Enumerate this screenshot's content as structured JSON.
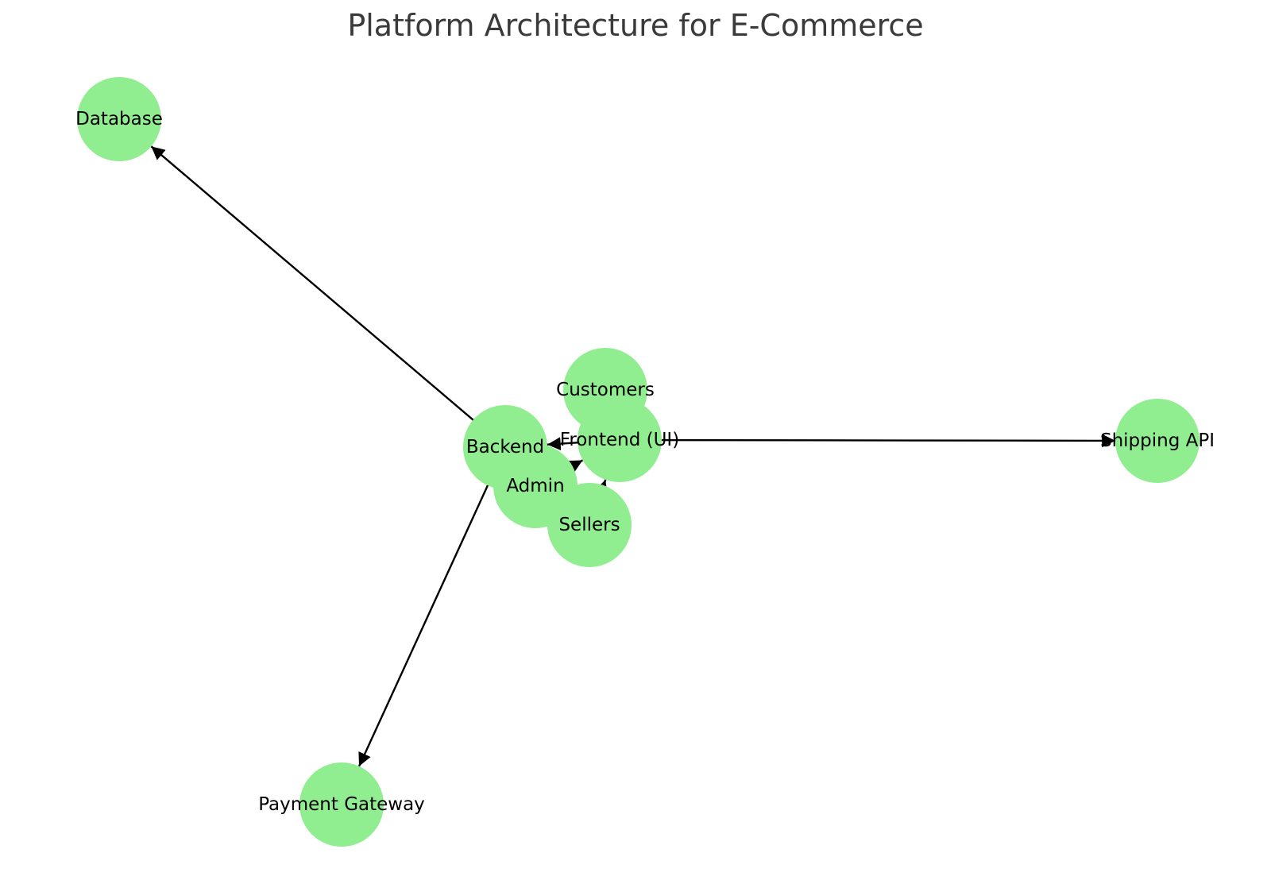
{
  "diagram": {
    "title": "Platform Architecture for E-Commerce",
    "colors": {
      "node_fill": "#90ee90",
      "edge": "#000000",
      "title": "#3a3a3a",
      "background": "#ffffff"
    },
    "nodes": [
      {
        "id": "database",
        "label": "Database"
      },
      {
        "id": "customers",
        "label": "Customers"
      },
      {
        "id": "frontend",
        "label": "Frontend (UI)"
      },
      {
        "id": "backend",
        "label": "Backend"
      },
      {
        "id": "admin",
        "label": "Admin"
      },
      {
        "id": "sellers",
        "label": "Sellers"
      },
      {
        "id": "shipping_api",
        "label": "Shipping API"
      },
      {
        "id": "payment_gateway",
        "label": "Payment Gateway"
      }
    ],
    "edges": [
      {
        "from": "customers",
        "to": "frontend"
      },
      {
        "from": "sellers",
        "to": "frontend"
      },
      {
        "from": "admin",
        "to": "frontend"
      },
      {
        "from": "frontend",
        "to": "backend"
      },
      {
        "from": "backend",
        "to": "database"
      },
      {
        "from": "backend",
        "to": "payment_gateway"
      },
      {
        "from": "frontend",
        "to": "shipping_api"
      }
    ]
  }
}
